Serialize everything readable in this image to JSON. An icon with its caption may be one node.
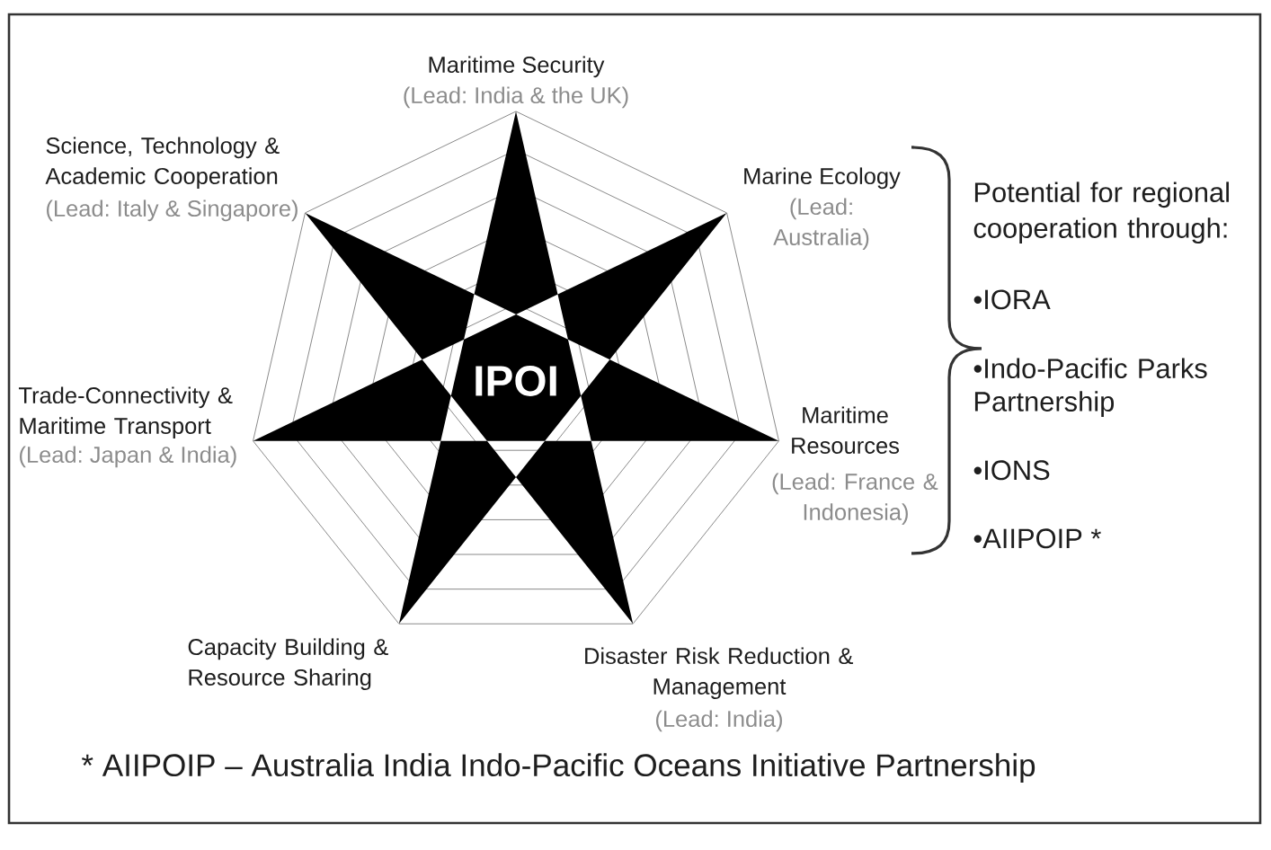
{
  "diagram": {
    "nodes": [
      {
        "text": [
          "IPOI"
        ],
        "beside": [
          "Maritime Security",
          "(Lead: India & the UK)",
          "Science, Technology & Academic Cooperation",
          "(Lead: Italy & Singapore)",
          "Marine Ecology",
          "(Lead: Australia)",
          "Trade-Connectivity & Maritime Transport",
          "(Lead: Japan & India)",
          "Maritime Resources",
          "(Lead: France & Indonesia)",
          "Capacity Building & Resource Sharing",
          "Disaster Risk Reduction & Management",
          "(Lead: India)"
        ]
      }
    ],
    "labels": [
      "Potential for regional cooperation through:",
      "•IORA",
      "•Indo-Pacific Parks Partnership",
      "•IONS",
      "•AIIPOIP *",
      "* AIIPOIP – Australia India Indo-Pacific Oceans Initiative Partnership"
    ]
  }
}
